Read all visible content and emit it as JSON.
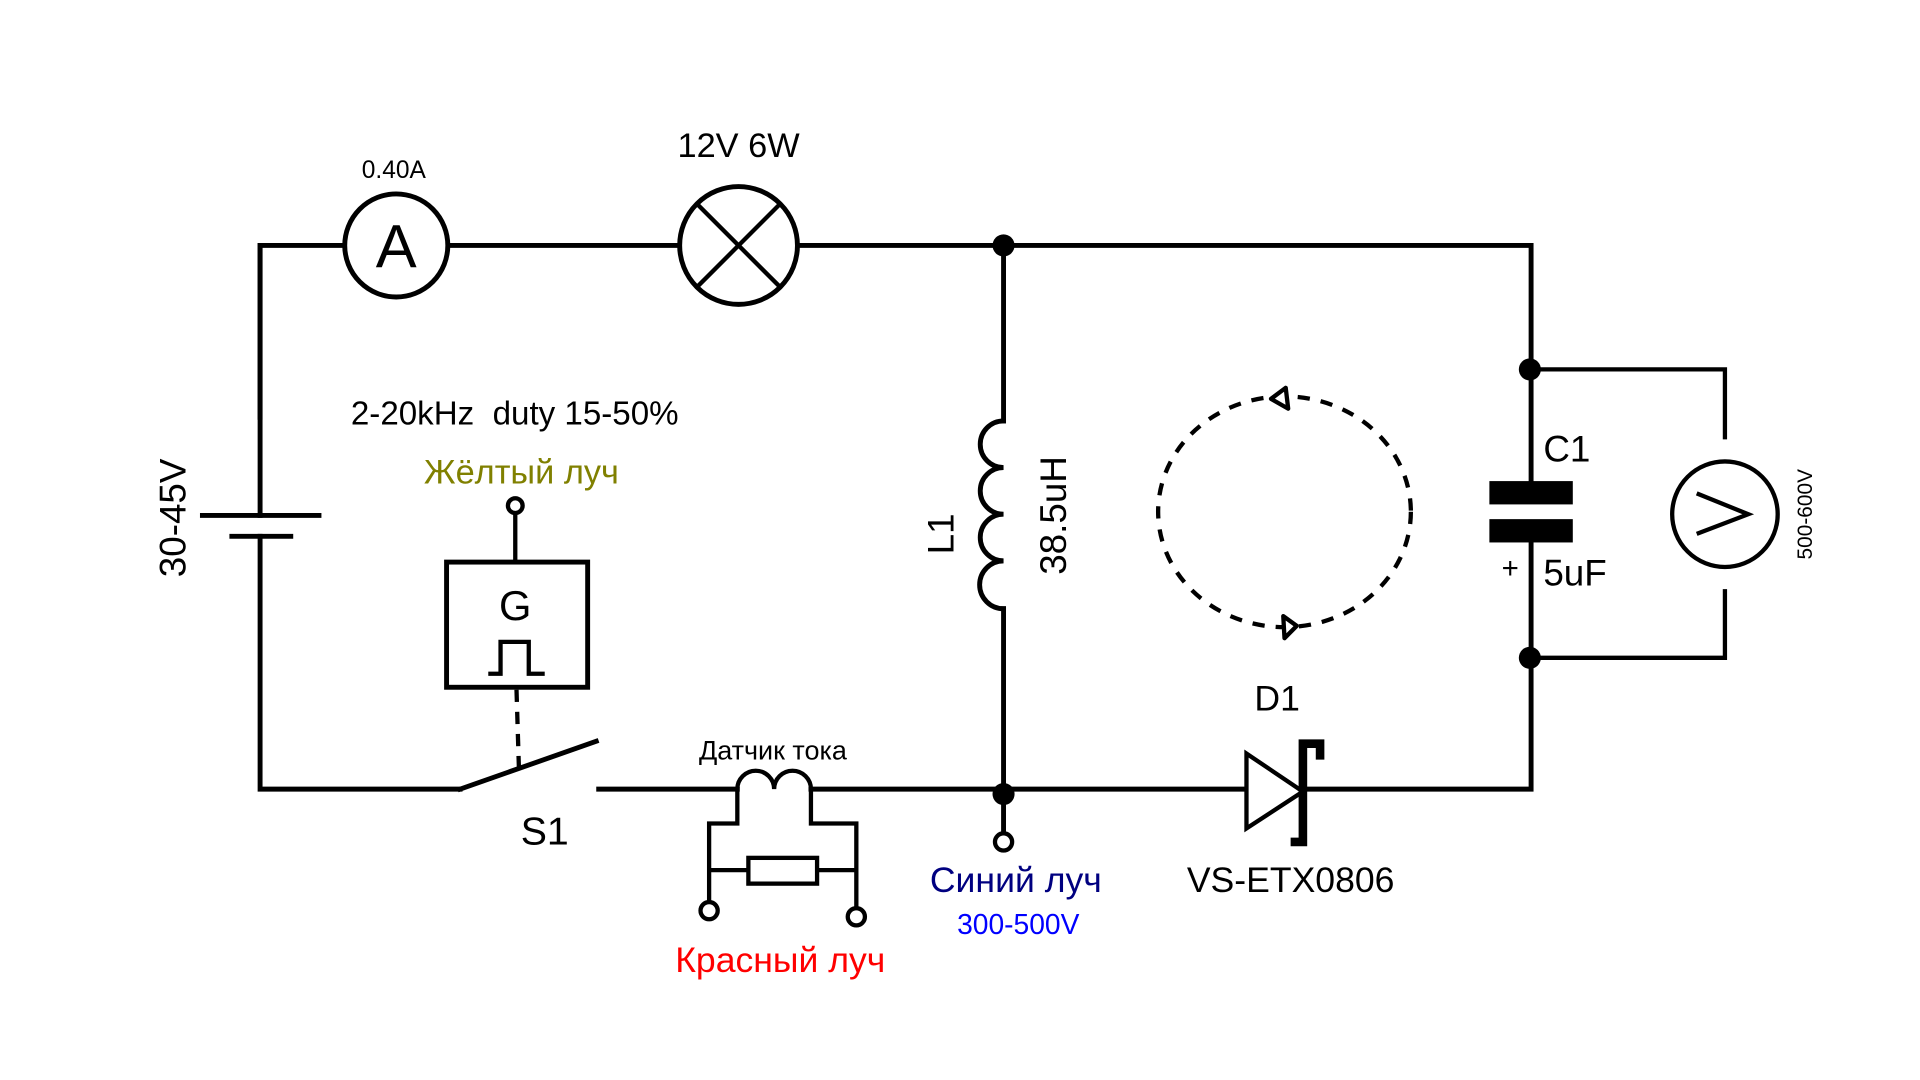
{
  "diagram": {
    "type": "circuit-schematic",
    "colors": {
      "wire": "#000000",
      "yellow_probe": "#808000",
      "blue_probe": "#000080",
      "blue_voltage": "#0000ff",
      "red_probe": "#ff0000"
    },
    "labels": {
      "ammeter_reading": "0.40A",
      "ammeter_symbol": "A",
      "lamp_rating": "12V 6W",
      "supply_voltage": "30-45V",
      "generator_params": "2-20kHz  duty 15-50%",
      "yellow_probe": "Жёлтый луч",
      "generator_symbol": "G",
      "switch_ref": "S1",
      "current_sensor": "Датчик тока",
      "red_probe": "Красный луч",
      "inductor_ref": "L1",
      "inductor_value": "38.5uH",
      "blue_probe": "Синий луч",
      "blue_probe_voltage": "300-500V",
      "diode_ref": "D1",
      "diode_part": "VS-ETX0806",
      "capacitor_ref": "C1",
      "capacitor_value": "5uF",
      "capacitor_polarity": "+",
      "voltmeter_symbol": "V",
      "voltmeter_reading": "500-600V"
    },
    "components": [
      {
        "ref": "BAT",
        "kind": "battery",
        "value": "30-45V"
      },
      {
        "ref": "A",
        "kind": "ammeter",
        "value": "0.40A"
      },
      {
        "ref": "LAMP",
        "kind": "lamp",
        "value": "12V 6W"
      },
      {
        "ref": "G",
        "kind": "pulse-generator",
        "value": "2-20kHz duty 15-50%"
      },
      {
        "ref": "S1",
        "kind": "switch"
      },
      {
        "ref": "CS",
        "kind": "current-sensor",
        "value": "Датчик тока"
      },
      {
        "ref": "L1",
        "kind": "inductor",
        "value": "38.5uH"
      },
      {
        "ref": "D1",
        "kind": "diode",
        "value": "VS-ETX0806"
      },
      {
        "ref": "C1",
        "kind": "capacitor",
        "value": "5uF"
      },
      {
        "ref": "V",
        "kind": "voltmeter",
        "value": "500-600V"
      }
    ]
  }
}
